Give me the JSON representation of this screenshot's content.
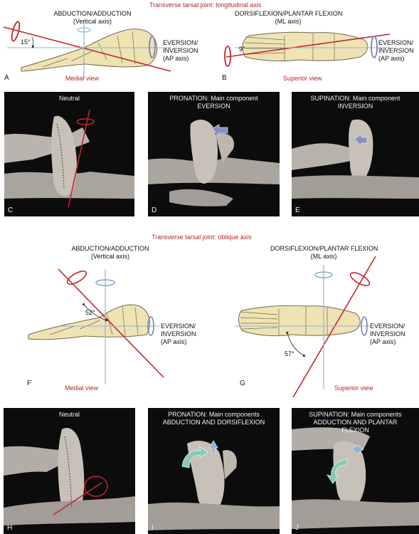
{
  "top_section": {
    "title": "Transverse tarsal joint: longitudinal axis",
    "panel_a": {
      "letter": "A",
      "axis_label_line1": "ABDUCTION/ADDUCTION",
      "axis_label_line2": "(Vertical axis)",
      "side_label_line1": "EVERSION/",
      "side_label_line2": "INVERSION",
      "side_label_line3": "(AP axis)",
      "angle": "15°",
      "view": "Medial view"
    },
    "panel_b": {
      "letter": "B",
      "axis_label_line1": "DORSIFLEXION/PLANTAR FLEXION",
      "axis_label_line2": "(ML axis)",
      "side_label_line1": "EVERSION/",
      "side_label_line2": "INVERSION",
      "side_label_line3": "(AP axis)",
      "angle": "9°",
      "view": "Superior view"
    },
    "photos": [
      {
        "letter": "C",
        "caption_line1": "Neutral",
        "caption_line2": ""
      },
      {
        "letter": "D",
        "caption_line1": "PRONATION: Main component",
        "caption_line2": "EVERSION"
      },
      {
        "letter": "E",
        "caption_line1": "SUPINATION: Main component",
        "caption_line2": "INVERSION"
      }
    ]
  },
  "bottom_section": {
    "title": "Transverse tarsal joint: oblique axis",
    "panel_f": {
      "letter": "F",
      "axis_label_line1": "ABDUCTION/ADDUCTION",
      "axis_label_line2": "(Vertical axis)",
      "side_label_line1": "EVERSION/",
      "side_label_line2": "INVERSION",
      "side_label_line3": "(AP axis)",
      "angle": "52°",
      "view": "Medial view"
    },
    "panel_g": {
      "letter": "G",
      "axis_label_line1": "DORSIFLEXION/PLANTAR FLEXION",
      "axis_label_line2": "(ML axis)",
      "side_label_line1": "EVERSION/",
      "side_label_line2": "INVERSION",
      "side_label_line3": "(AP axis)",
      "angle": "57°",
      "view": "Superior view"
    },
    "photos": [
      {
        "letter": "H",
        "caption_line1": "Neutral",
        "caption_line2": ""
      },
      {
        "letter": "I",
        "caption_line1": "PRONATION: Main components",
        "caption_line2": "ABDUCTION AND DORSIFLEXION"
      },
      {
        "letter": "J",
        "caption_line1": "SUPINATION: Main components",
        "caption_line2": "ADDUCTION AND PLANTAR",
        "caption_line3": "FLEXION"
      }
    ]
  },
  "colors": {
    "axis_red": "#c1272d",
    "axis_blue": "#8fb3d9",
    "axis_lavender": "#8a8fbf",
    "bone": "#efe3b4",
    "bone_outline": "#6f6a4e",
    "photo_bg": "#0c0c0c",
    "skin": "#b9b4ad"
  }
}
